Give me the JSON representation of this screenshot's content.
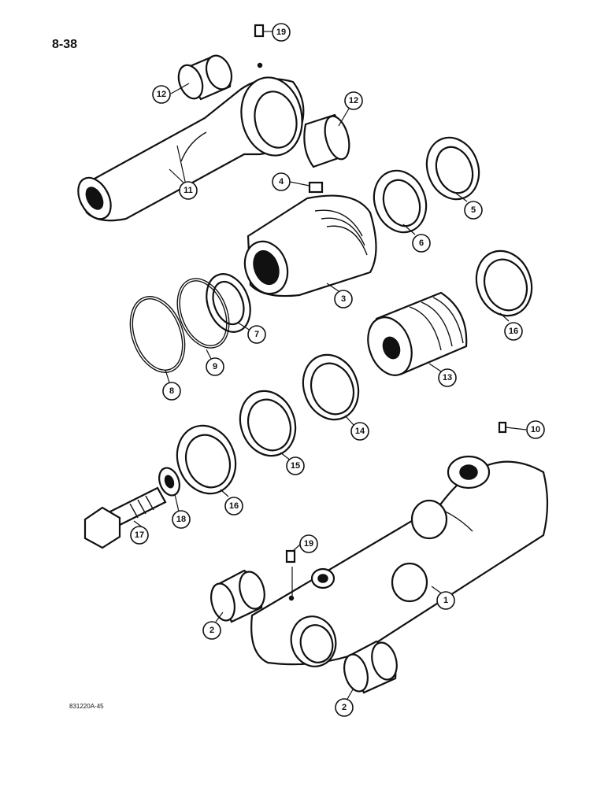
{
  "page_number": "8-38",
  "figure_code": "831220A-45",
  "callouts": [
    {
      "id": "c19a",
      "label": "19"
    },
    {
      "id": "c12a",
      "label": "12"
    },
    {
      "id": "c12b",
      "label": "12"
    },
    {
      "id": "c11",
      "label": "11"
    },
    {
      "id": "c4",
      "label": "4"
    },
    {
      "id": "c5",
      "label": "5"
    },
    {
      "id": "c6",
      "label": "6"
    },
    {
      "id": "c3",
      "label": "3"
    },
    {
      "id": "c7",
      "label": "7"
    },
    {
      "id": "c9",
      "label": "9"
    },
    {
      "id": "c8",
      "label": "8"
    },
    {
      "id": "c16a",
      "label": "16"
    },
    {
      "id": "c13",
      "label": "13"
    },
    {
      "id": "c14",
      "label": "14"
    },
    {
      "id": "c15",
      "label": "15"
    },
    {
      "id": "c10",
      "label": "10"
    },
    {
      "id": "c16b",
      "label": "16"
    },
    {
      "id": "c18",
      "label": "18"
    },
    {
      "id": "c17",
      "label": "17"
    },
    {
      "id": "c19b",
      "label": "19"
    },
    {
      "id": "c1",
      "label": "1"
    },
    {
      "id": "c2a",
      "label": "2"
    },
    {
      "id": "c2b",
      "label": "2"
    }
  ]
}
